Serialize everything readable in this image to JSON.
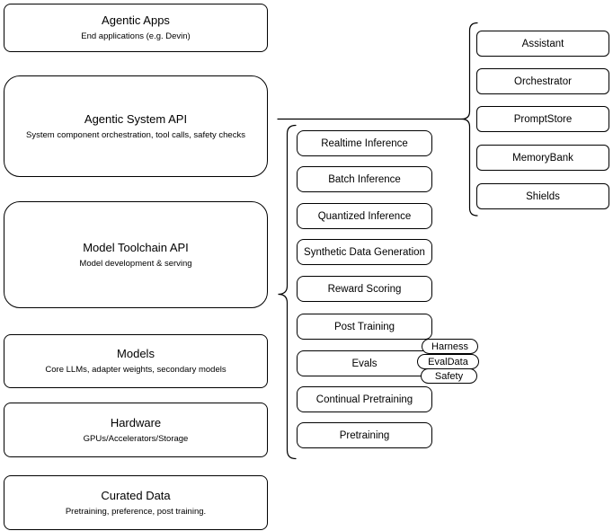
{
  "left_stack": [
    {
      "title": "Agentic Apps",
      "subtitle": "End applications (e.g. Devin)"
    },
    {
      "title": "Agentic System API",
      "subtitle": "System component orchestration, tool calls, safety checks"
    },
    {
      "title": "Model Toolchain API",
      "subtitle": "Model development & serving"
    },
    {
      "title": "Models",
      "subtitle": "Core LLMs, adapter weights, secondary models"
    },
    {
      "title": "Hardware",
      "subtitle": "GPUs/Accelerators/Storage"
    },
    {
      "title": "Curated Data",
      "subtitle": "Pretraining, preference, post training."
    }
  ],
  "toolchain_items": [
    "Realtime Inference",
    "Batch Inference",
    "Quantized Inference",
    "Synthetic Data Generation",
    "Reward Scoring",
    "Post Training",
    "Evals",
    "Continual Pretraining",
    "Pretraining"
  ],
  "eval_tags": [
    "Harness",
    "EvalData",
    "Safety"
  ],
  "system_components": [
    "Assistant",
    "Orchestrator",
    "PromptStore",
    "MemoryBank",
    "Shields"
  ],
  "colors": {
    "stroke": "#000000",
    "fill": "#ffffff",
    "text": "#000000"
  }
}
